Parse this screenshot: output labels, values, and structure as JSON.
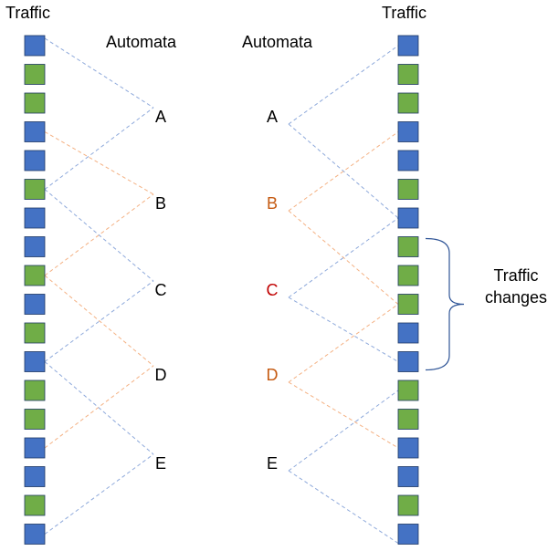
{
  "colors": {
    "blue": "#4472C4",
    "green": "#70AD47",
    "edge_blue": "#8EA9DB",
    "edge_orange": "#F4B183",
    "orange_text": "#C55A11",
    "red_text": "#C00000",
    "black": "#000000",
    "brace": "#2F5597"
  },
  "left": {
    "traffic_title": "Traffic",
    "automata_title": "Automata",
    "sequence": [
      "blue",
      "green",
      "green",
      "blue",
      "blue",
      "green",
      "blue",
      "blue",
      "green",
      "blue",
      "green",
      "blue",
      "green",
      "green",
      "blue",
      "blue",
      "green",
      "blue"
    ],
    "nodes": [
      {
        "label": "A",
        "color": "black"
      },
      {
        "label": "B",
        "color": "black"
      },
      {
        "label": "C",
        "color": "black"
      },
      {
        "label": "D",
        "color": "black"
      },
      {
        "label": "E",
        "color": "black"
      }
    ]
  },
  "right": {
    "traffic_title": "Traffic",
    "automata_title": "Automata",
    "sequence": [
      "blue",
      "green",
      "green",
      "blue",
      "blue",
      "green",
      "blue",
      "green",
      "green",
      "green",
      "blue",
      "blue",
      "green",
      "green",
      "blue",
      "blue",
      "green",
      "blue"
    ],
    "nodes": [
      {
        "label": "A",
        "color": "black"
      },
      {
        "label": "B",
        "color": "orange_text"
      },
      {
        "label": "C",
        "color": "red_text"
      },
      {
        "label": "D",
        "color": "orange_text"
      },
      {
        "label": "E",
        "color": "black"
      }
    ]
  },
  "annotation": {
    "line1": "Traffic",
    "line2": "changes"
  }
}
